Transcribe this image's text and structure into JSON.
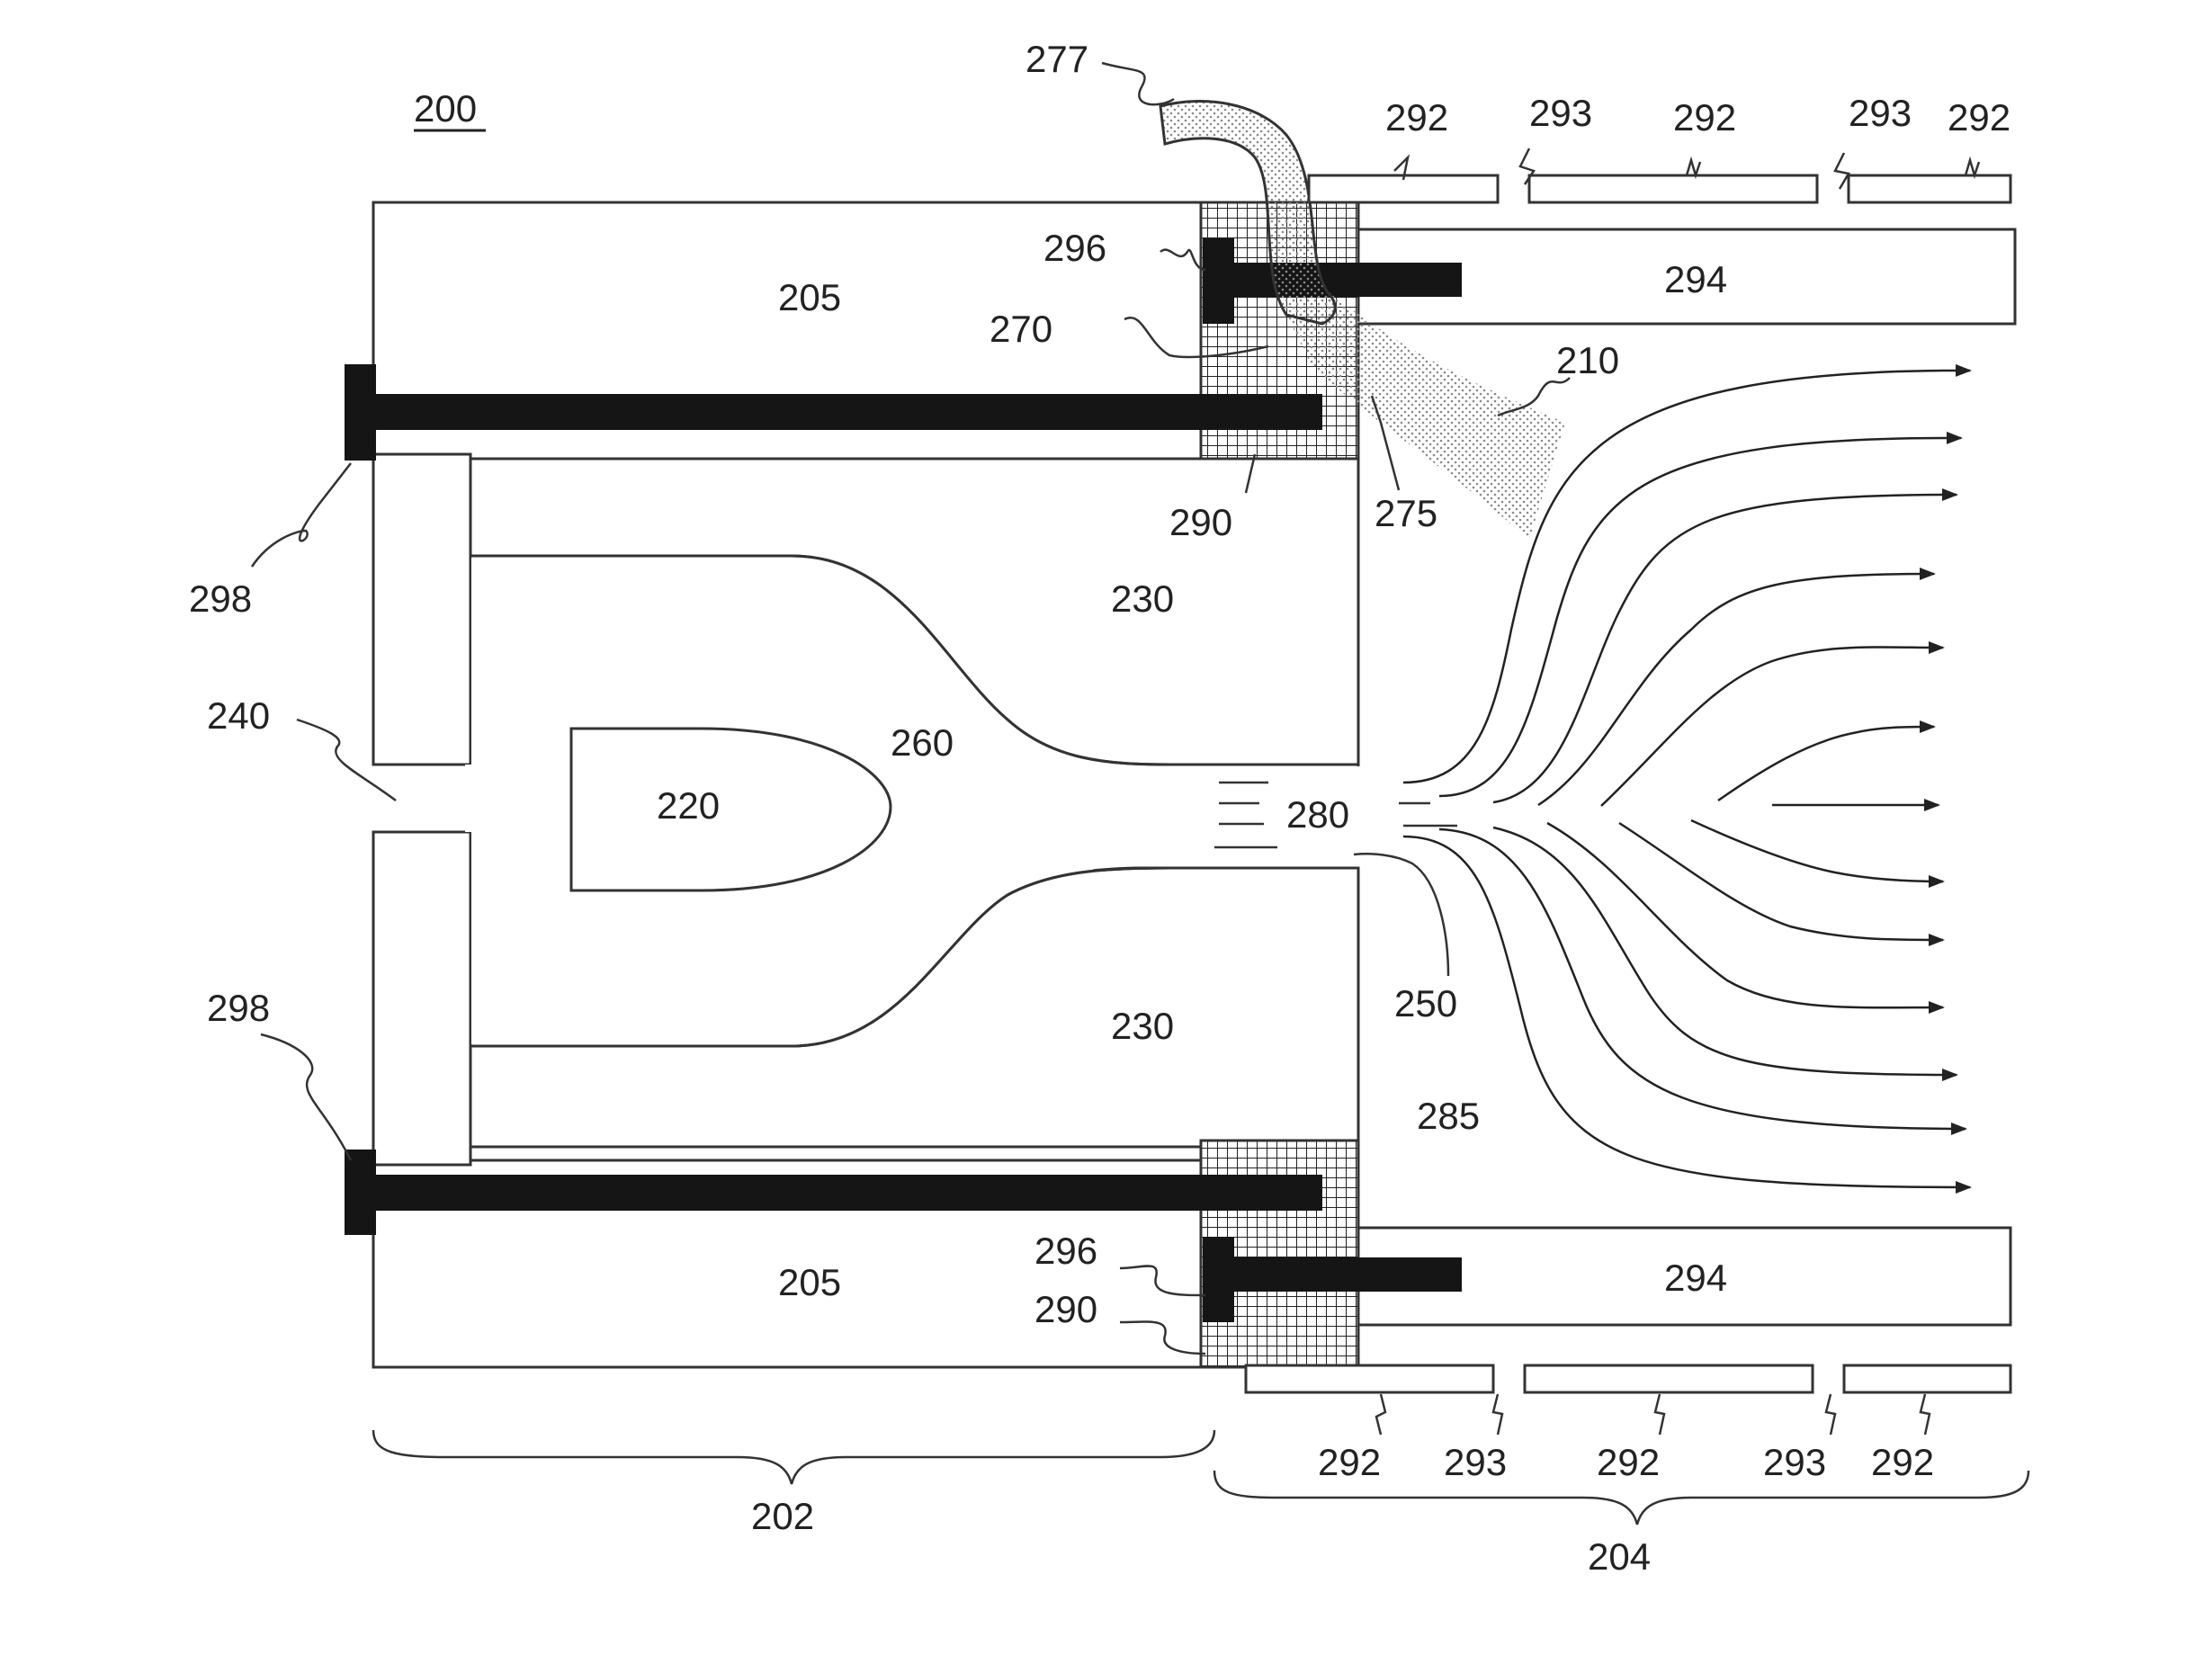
{
  "labels": {
    "figure_number": "200",
    "body_upper": "205",
    "body_lower": "205",
    "manifold_upper": "294",
    "manifold_lower": "294",
    "seal_upper_296": "296",
    "seal_lower_296": "296",
    "insulator_upper_290": "290",
    "insulator_lower_290": "290",
    "tube_277": "277",
    "channel_270": "270",
    "spray_210": "210",
    "outlet_275": "275",
    "electrode_230_upper": "230",
    "electrode_230_lower": "230",
    "core_220": "220",
    "taper_260": "260",
    "inlet_240": "240",
    "nozzle_280": "280",
    "edge_250": "250",
    "region_285": "285",
    "mount_298_upper": "298",
    "mount_298_lower": "298",
    "section_202": "202",
    "section_204": "204",
    "top_292_a": "292",
    "top_293_a": "293",
    "top_292_b": "292",
    "top_293_b": "293",
    "top_292_c": "292",
    "bot_292_a": "292",
    "bot_293_a": "293",
    "bot_292_b": "292",
    "bot_293_b": "293",
    "bot_292_c": "292"
  },
  "colors": {
    "line": "#333333",
    "solid_parts": "#151515",
    "spray": "#9a9a9a"
  }
}
